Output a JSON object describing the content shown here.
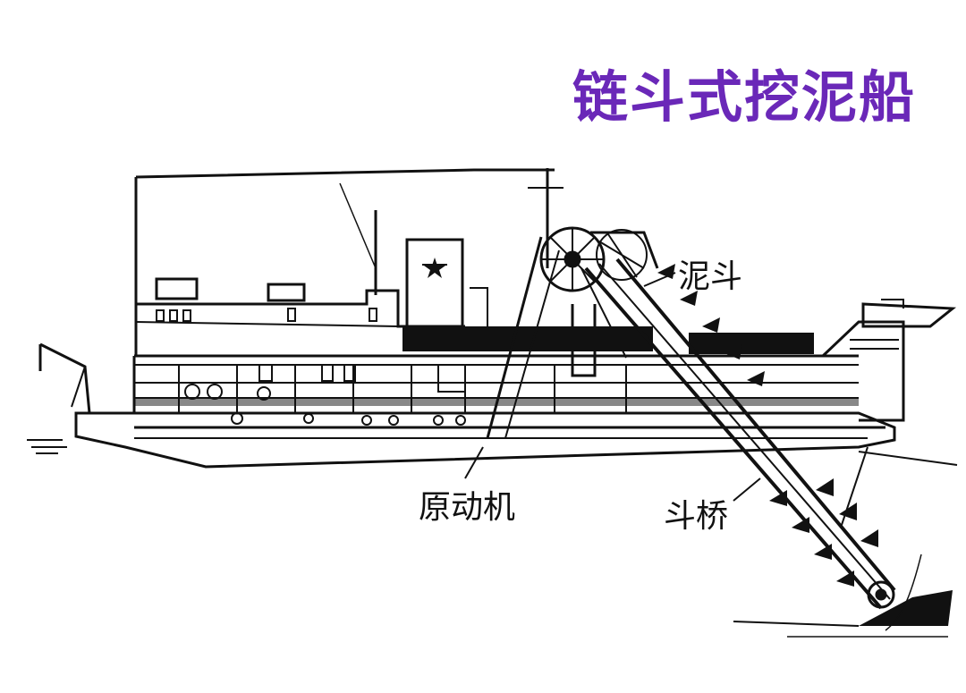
{
  "title": "链斗式挖泥船",
  "labels": {
    "bucket": "泥斗",
    "engine": "原动机",
    "bucket_bridge": "斗桥"
  },
  "colors": {
    "title": "#6a28b8",
    "ink": "#111111"
  }
}
